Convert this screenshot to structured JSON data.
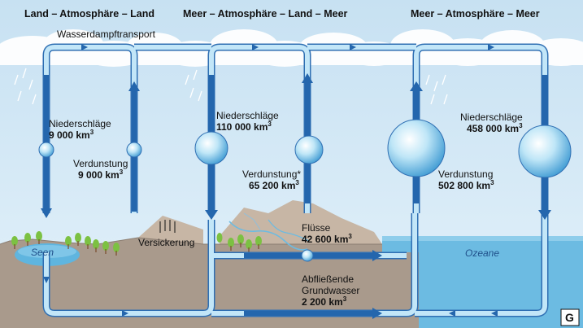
{
  "headers": {
    "land": "Land – Atmosphäre – Land",
    "meer_land": "Meer – Atmosphäre – Land – Meer",
    "meer": "Meer – Atmosphäre – Meer"
  },
  "transport_label": "Wasserdampftransport",
  "flows": {
    "land_niederschlag": {
      "label": "Niederschläge",
      "value": "9 000 km",
      "exp": "3"
    },
    "land_verdunstung": {
      "label": "Verdunstung",
      "value": "9 000 km",
      "exp": "3"
    },
    "ml_niederschlag": {
      "label": "Niederschläge",
      "value": "110 000 km",
      "exp": "3"
    },
    "ml_verdunstung": {
      "label": "Verdunstung*",
      "value": "65 200 km",
      "exp": "3"
    },
    "meer_niederschlag": {
      "label": "Niederschläge",
      "value": "458 000 km",
      "exp": "3"
    },
    "meer_verdunstung": {
      "label": "Verdunstung",
      "value": "502 800 km",
      "exp": "3"
    },
    "fluesse": {
      "label": "Flüsse",
      "value": "42 600 km",
      "exp": "3"
    },
    "grundwasser": {
      "label1": "Abfließende",
      "label2": "Grundwasser",
      "value": "2 200 km",
      "exp": "3"
    }
  },
  "places": {
    "versickerung": "Versickerung",
    "seen": "Seen",
    "ozeane": "Ozeane"
  },
  "logo": "G",
  "colors": {
    "sky": "#d3e8f5",
    "pipe": "#bfe3f6",
    "pipe_dark": "#2f6fb3",
    "ocean": "#5fb5df",
    "ground": "#a99a8c",
    "mountain": "#c9b9a8"
  }
}
